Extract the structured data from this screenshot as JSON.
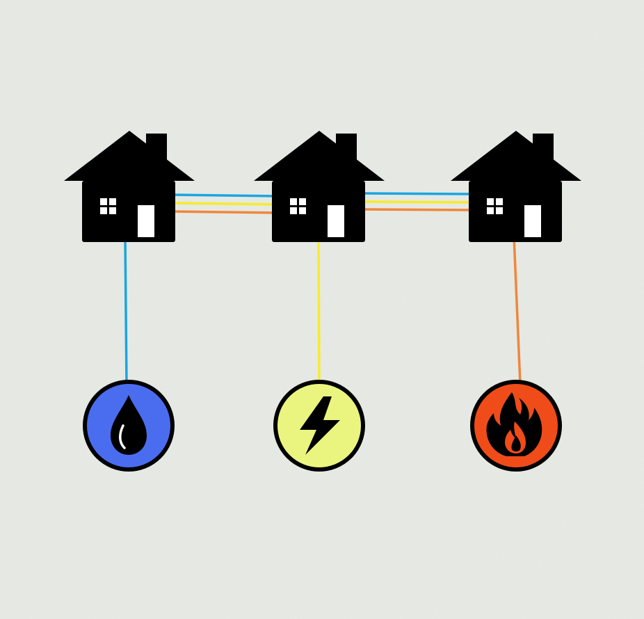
{
  "colors": {
    "background": "#e9ece7",
    "silhouette": "#000000",
    "water_line": "#1aa6df",
    "electric_line": "#f6ec28",
    "gas_line": "#f0863a",
    "water_fill": "#4a6df0",
    "electric_fill": "#eaf57f",
    "gas_fill": "#f04c1a",
    "window_light": "#ffffff"
  },
  "houses": [
    {
      "name": "house-left"
    },
    {
      "name": "house-center"
    },
    {
      "name": "house-right"
    }
  ],
  "utilities": [
    {
      "name": "water",
      "icon": "water-drop-icon",
      "line_color": "#1aa6df",
      "fill": "#4a6df0"
    },
    {
      "name": "electricity",
      "icon": "lightning-bolt-icon",
      "line_color": "#f6ec28",
      "fill": "#eaf57f"
    },
    {
      "name": "gas",
      "icon": "flame-icon",
      "line_color": "#f0863a",
      "fill": "#f04c1a"
    }
  ]
}
